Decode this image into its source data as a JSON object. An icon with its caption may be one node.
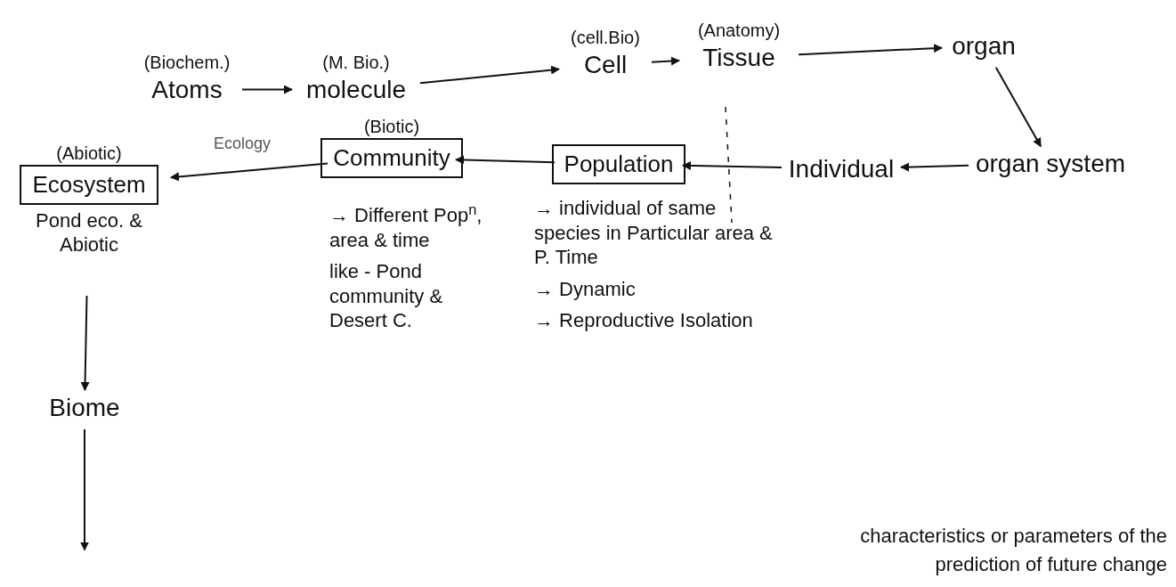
{
  "diagram": {
    "nodes": [
      {
        "text": [
          "(Biochem.)",
          "Atoms"
        ]
      },
      {
        "text": [
          "(M. Bio.)",
          "molecule"
        ]
      },
      {
        "text": [
          "(cell.Bio)",
          "Cell"
        ]
      },
      {
        "text": [
          "(Anatomy)",
          "Tissue"
        ]
      },
      {
        "text": [
          "organ"
        ]
      },
      {
        "text": [
          "organ system"
        ]
      },
      {
        "text": [
          "Individual"
        ]
      },
      {
        "text": [
          "Population"
        ],
        "beside": [
          "→ individual of same species in Particular area & P. Time",
          "→ Dynamic",
          "→ Reproductive Isolation"
        ]
      },
      {
        "text": [
          "(Biotic)",
          "Community"
        ],
        "beside": [
          "→ Different Pop$^{n}$, area & time",
          "like - Pond community & Desert C."
        ]
      },
      {
        "text": [
          "(Abiotic)",
          "Ecosystem"
        ],
        "beside": [
          "Pond eco. & Abiotic"
        ]
      },
      {
        "text": [
          "Biome"
        ]
      }
    ],
    "edges": [
      {
        "from": 0,
        "to": 1,
        "arrow": "to"
      },
      {
        "from": 1,
        "to": 2,
        "arrow": "to"
      },
      {
        "from": 2,
        "to": 3,
        "arrow": "to"
      },
      {
        "from": 3,
        "to": 4,
        "arrow": "to"
      },
      {
        "from": 4,
        "to": 5,
        "arrow": "to"
      },
      {
        "from": 5,
        "to": 6,
        "arrow": "to"
      },
      {
        "from": 6,
        "to": 7,
        "arrow": "to"
      },
      {
        "from": 7,
        "to": 8,
        "arrow": "to"
      },
      {
        "from": 8,
        "to": 9,
        "arrow": "to"
      },
      {
        "from": 9,
        "to": 10,
        "arrow": "to"
      },
      {
        "from": 10,
        "to": null,
        "arrow": "to"
      }
    ],
    "labels": [
      "Ecology",
      "characteristics or parameters of the",
      "prediction of future change"
    ]
  }
}
